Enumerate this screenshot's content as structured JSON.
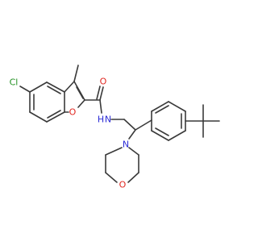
{
  "molecule": {
    "atoms": {
      "cl": "Cl",
      "o_furan": "O",
      "o_carbonyl": "O",
      "n_amide": "N",
      "h_amide": "H",
      "n_morpholine": "N",
      "o_morpholine": "O"
    },
    "colors": {
      "bond": "#3a3a3a",
      "chlorine": "#1f8f1f",
      "oxygen": "#e0261f",
      "nitrogen": "#2a2ad6"
    }
  }
}
